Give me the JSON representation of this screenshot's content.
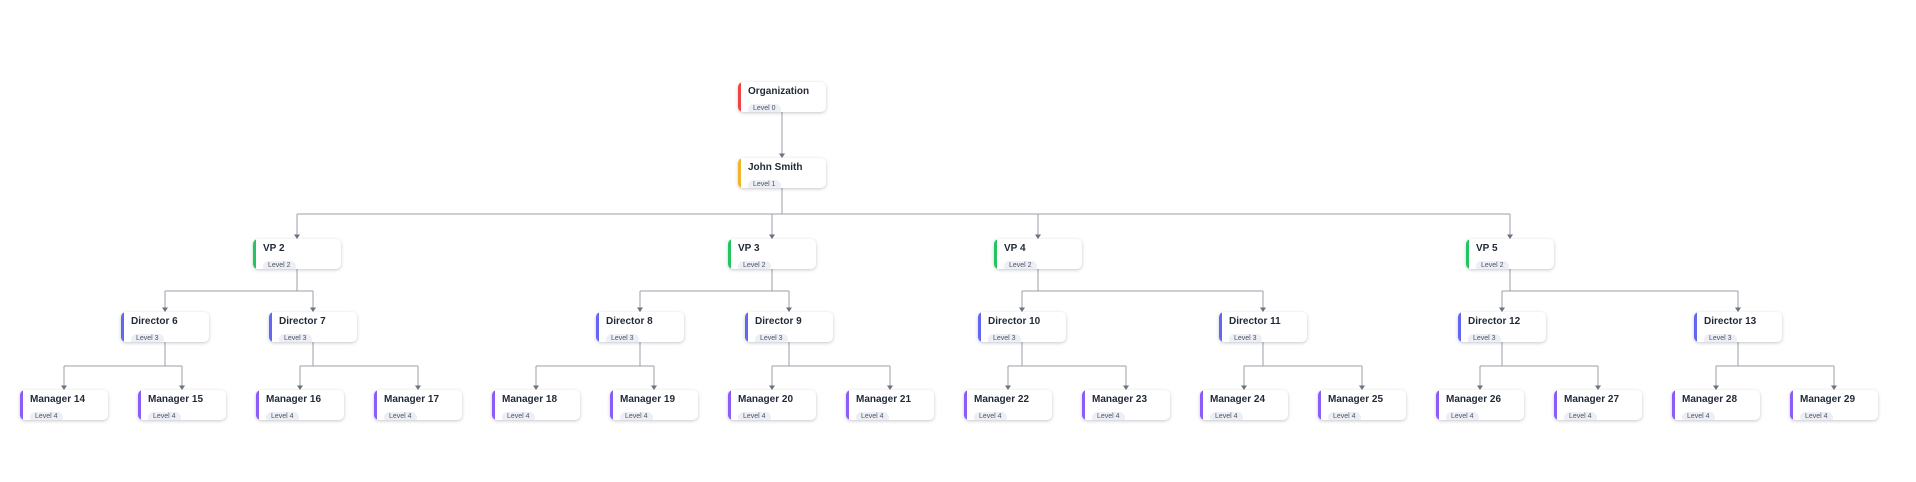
{
  "diagram": {
    "type": "org-chart-tree",
    "colors": {
      "background": "#ffffff",
      "card_background": "#ffffff",
      "card_text": "#1f2937",
      "badge_background": "#edeff5",
      "badge_text": "#4a5568",
      "connector_line": "#9aa0a8",
      "connector_arrow": "#6b7280"
    },
    "levels": [
      {
        "level": 0,
        "badge": "Level 0",
        "accent": "#ef4444"
      },
      {
        "level": 1,
        "badge": "Level 1",
        "accent": "#f0b429"
      },
      {
        "level": 2,
        "badge": "Level 2",
        "accent": "#22c55e"
      },
      {
        "level": 3,
        "badge": "Level 3",
        "accent": "#6366f1"
      },
      {
        "level": 4,
        "badge": "Level 4",
        "accent": "#8b5cf6"
      }
    ],
    "nodes": [
      {
        "id": "org",
        "label": "Organization",
        "badge": "Level 0",
        "level": 0,
        "parent": null
      },
      {
        "id": "john",
        "label": "John Smith",
        "badge": "Level 1",
        "level": 1,
        "parent": "org"
      },
      {
        "id": "vp2",
        "label": "VP 2",
        "badge": "Level 2",
        "level": 2,
        "parent": "john"
      },
      {
        "id": "vp3",
        "label": "VP 3",
        "badge": "Level 2",
        "level": 2,
        "parent": "john"
      },
      {
        "id": "vp4",
        "label": "VP 4",
        "badge": "Level 2",
        "level": 2,
        "parent": "john"
      },
      {
        "id": "vp5",
        "label": "VP 5",
        "badge": "Level 2",
        "level": 2,
        "parent": "john"
      },
      {
        "id": "d6",
        "label": "Director 6",
        "badge": "Level 3",
        "level": 3,
        "parent": "vp2"
      },
      {
        "id": "d7",
        "label": "Director 7",
        "badge": "Level 3",
        "level": 3,
        "parent": "vp2"
      },
      {
        "id": "d8",
        "label": "Director 8",
        "badge": "Level 3",
        "level": 3,
        "parent": "vp3"
      },
      {
        "id": "d9",
        "label": "Director 9",
        "badge": "Level 3",
        "level": 3,
        "parent": "vp3"
      },
      {
        "id": "d10",
        "label": "Director 10",
        "badge": "Level 3",
        "level": 3,
        "parent": "vp4"
      },
      {
        "id": "d11",
        "label": "Director 11",
        "badge": "Level 3",
        "level": 3,
        "parent": "vp4"
      },
      {
        "id": "d12",
        "label": "Director 12",
        "badge": "Level 3",
        "level": 3,
        "parent": "vp5"
      },
      {
        "id": "d13",
        "label": "Director 13",
        "badge": "Level 3",
        "level": 3,
        "parent": "vp5"
      },
      {
        "id": "m14",
        "label": "Manager 14",
        "badge": "Level 4",
        "level": 4,
        "parent": "d6"
      },
      {
        "id": "m15",
        "label": "Manager 15",
        "badge": "Level 4",
        "level": 4,
        "parent": "d6"
      },
      {
        "id": "m16",
        "label": "Manager 16",
        "badge": "Level 4",
        "level": 4,
        "parent": "d7"
      },
      {
        "id": "m17",
        "label": "Manager 17",
        "badge": "Level 4",
        "level": 4,
        "parent": "d7"
      },
      {
        "id": "m18",
        "label": "Manager 18",
        "badge": "Level 4",
        "level": 4,
        "parent": "d8"
      },
      {
        "id": "m19",
        "label": "Manager 19",
        "badge": "Level 4",
        "level": 4,
        "parent": "d8"
      },
      {
        "id": "m20",
        "label": "Manager 20",
        "badge": "Level 4",
        "level": 4,
        "parent": "d9"
      },
      {
        "id": "m21",
        "label": "Manager 21",
        "badge": "Level 4",
        "level": 4,
        "parent": "d9"
      },
      {
        "id": "m22",
        "label": "Manager 22",
        "badge": "Level 4",
        "level": 4,
        "parent": "d10"
      },
      {
        "id": "m23",
        "label": "Manager 23",
        "badge": "Level 4",
        "level": 4,
        "parent": "d10"
      },
      {
        "id": "m24",
        "label": "Manager 24",
        "badge": "Level 4",
        "level": 4,
        "parent": "d11"
      },
      {
        "id": "m25",
        "label": "Manager 25",
        "badge": "Level 4",
        "level": 4,
        "parent": "d11"
      },
      {
        "id": "m26",
        "label": "Manager 26",
        "badge": "Level 4",
        "level": 4,
        "parent": "d12"
      },
      {
        "id": "m27",
        "label": "Manager 27",
        "badge": "Level 4",
        "level": 4,
        "parent": "d12"
      },
      {
        "id": "m28",
        "label": "Manager 28",
        "badge": "Level 4",
        "level": 4,
        "parent": "d13"
      },
      {
        "id": "m29",
        "label": "Manager 29",
        "badge": "Level 4",
        "level": 4,
        "parent": "d13"
      }
    ]
  }
}
